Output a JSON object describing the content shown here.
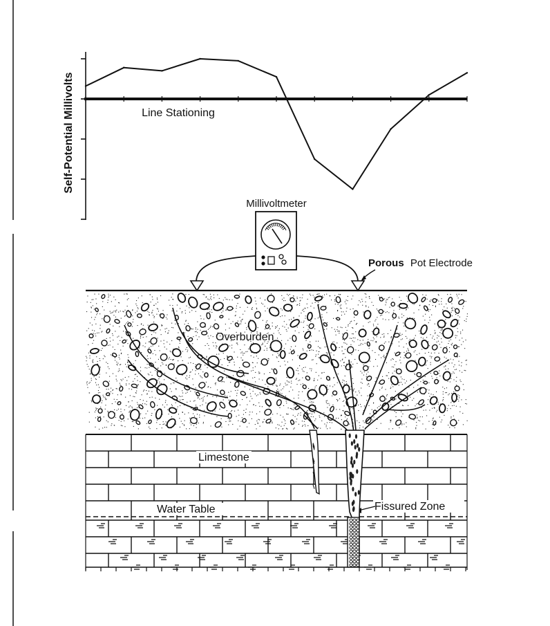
{
  "chart_data": {
    "type": "line",
    "ylabel": "Self-Potential Millivolts",
    "xlabel": "Line Stationing",
    "ylim": [
      -3,
      1.1
    ],
    "x": [
      0,
      1,
      2,
      3,
      4,
      5,
      6,
      7,
      8,
      9,
      10
    ],
    "values": [
      0.32,
      0.78,
      0.7,
      1.0,
      0.95,
      0.55,
      -1.5,
      -2.25,
      -0.75,
      0.1,
      0.65
    ],
    "grid": false
  },
  "labels": {
    "millivoltmeter": "Millivoltmeter",
    "porous_pot_electrode_bold": "Porous",
    "porous_pot_electrode_rest": "Pot Electrode",
    "overburden": "Overburden",
    "limestone": "Limestone",
    "water_table": "Water Table",
    "fissured_zone": "Fissured Zone"
  },
  "colors": {
    "ink": "#111111",
    "paper": "#ffffff"
  }
}
